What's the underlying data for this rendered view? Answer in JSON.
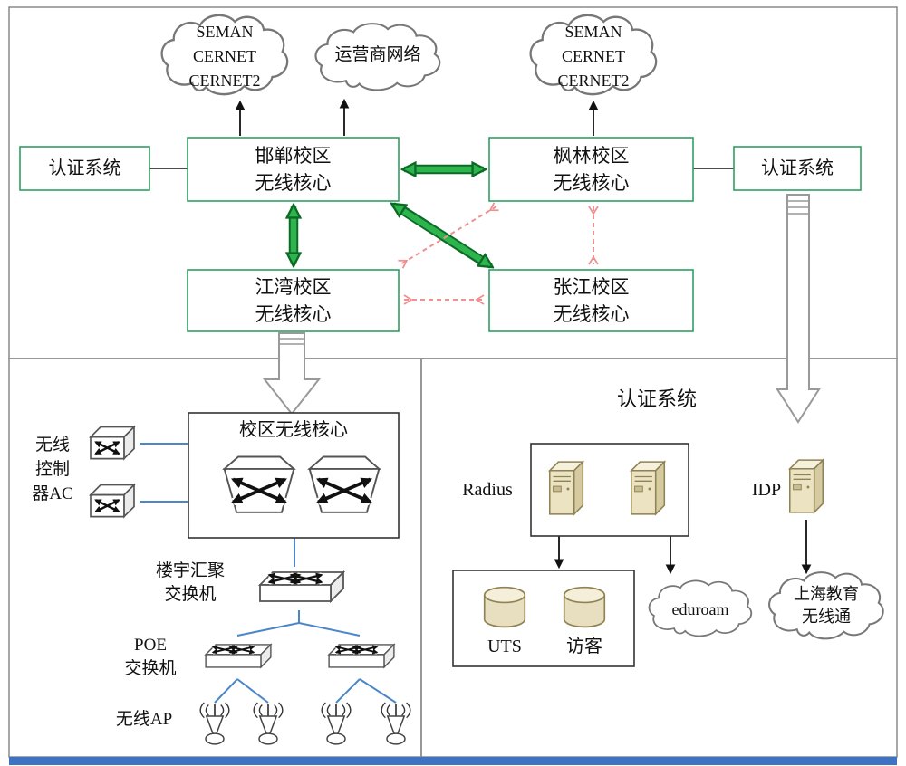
{
  "clouds": {
    "left": [
      "SEMAN",
      "CERNET",
      "CERNET2"
    ],
    "mid": "运营商网络",
    "right": [
      "SEMAN",
      "CERNET",
      "CERNET2"
    ],
    "eduroam": "eduroam",
    "shanghai": [
      "上海教育",
      "无线通"
    ]
  },
  "top": {
    "auth_left": "认证系统",
    "auth_right": "认证系统",
    "handan": [
      "邯郸校区",
      "无线核心"
    ],
    "fenglin": [
      "枫林校区",
      "无线核心"
    ],
    "jiangwan": [
      "江湾校区",
      "无线核心"
    ],
    "zhangjiang": [
      "张江校区",
      "无线核心"
    ]
  },
  "bottom_left": {
    "core_title": "校区无线核心",
    "ac_label": [
      "无线",
      "控制",
      "器AC"
    ],
    "agg_label": [
      "楼宇汇聚",
      "交换机"
    ],
    "poe_label": [
      "POE",
      "交换机"
    ],
    "ap_label": "无线AP"
  },
  "bottom_right": {
    "title": "认证系统",
    "radius": "Radius",
    "idp": "IDP",
    "uts": "UTS",
    "guest": "访客"
  },
  "colors": {
    "green": "#2db44d",
    "green_dark": "#0b6b26",
    "red_dashed": "#f09090",
    "blue_link": "#4a86c8",
    "box_green": "#2f9e63",
    "box_black": "#333333",
    "bottom_bar": "#3e73c4"
  },
  "icons": [
    "cloud",
    "core-switch",
    "wireless-controller",
    "l2-switch",
    "poe-switch",
    "access-point",
    "server-tower",
    "database-cylinder",
    "hollow-arrow"
  ]
}
